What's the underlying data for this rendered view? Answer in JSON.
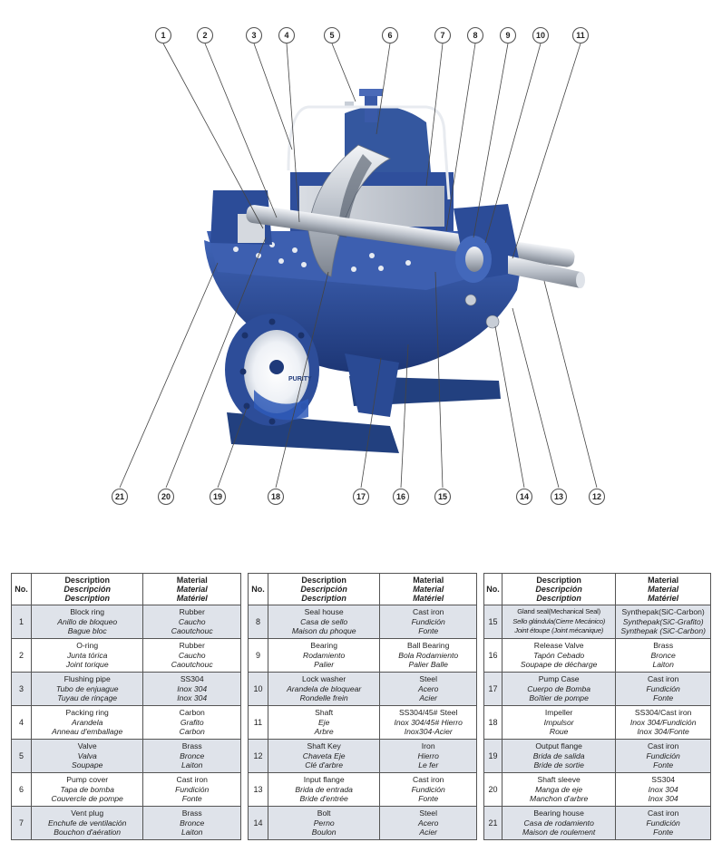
{
  "diagram": {
    "logo_text": "PURITY",
    "callouts": [
      "1",
      "2",
      "3",
      "4",
      "5",
      "6",
      "7",
      "8",
      "9",
      "10",
      "11",
      "12",
      "13",
      "14",
      "15",
      "16",
      "17",
      "18",
      "19",
      "20",
      "21"
    ]
  },
  "colors": {
    "pump_blue": "#2f4f9c",
    "pump_dark": "#1f3a7a",
    "steel": "#c7ccd3",
    "row_alt": "#dfe3ea"
  },
  "table_headers": {
    "no": "No.",
    "description": [
      "Description",
      "Descripción",
      "Description"
    ],
    "material": [
      "Material",
      "Material",
      "Matériel"
    ]
  },
  "parts": [
    {
      "no": "1",
      "desc": [
        "Block ring",
        "Anillo de bloqueo",
        "Bague bloc"
      ],
      "mat": [
        "Rubber",
        "Caucho",
        "Caoutchouc"
      ]
    },
    {
      "no": "2",
      "desc": [
        "O-ring",
        "Junta tórica",
        "Joint torique"
      ],
      "mat": [
        "Rubber",
        "Caucho",
        "Caoutchouc"
      ]
    },
    {
      "no": "3",
      "desc": [
        "Flushing pipe",
        "Tubo de enjuague",
        "Tuyau de rinçage"
      ],
      "mat": [
        "SS304",
        "Inox 304",
        "Inox 304"
      ]
    },
    {
      "no": "4",
      "desc": [
        "Packing ring",
        "Arandela",
        "Anneau d'emballage"
      ],
      "mat": [
        "Carbon",
        "Grafito",
        "Carbon"
      ]
    },
    {
      "no": "5",
      "desc": [
        "Valve",
        "Valva",
        "Soupape"
      ],
      "mat": [
        "Brass",
        "Bronce",
        "Laiton"
      ]
    },
    {
      "no": "6",
      "desc": [
        "Pump cover",
        "Tapa de bomba",
        "Couvercle de pompe"
      ],
      "mat": [
        "Cast iron",
        "Fundición",
        "Fonte"
      ]
    },
    {
      "no": "7",
      "desc": [
        "Vent plug",
        "Enchufe de ventilación",
        "Bouchon d'aération"
      ],
      "mat": [
        "Brass",
        "Bronce",
        "Laiton"
      ]
    },
    {
      "no": "8",
      "desc": [
        "Seal house",
        "Casa de sello",
        "Maison du phoque"
      ],
      "mat": [
        "Cast iron",
        "Fundición",
        "Fonte"
      ]
    },
    {
      "no": "9",
      "desc": [
        "Bearing",
        "Rodamiento",
        "Palier"
      ],
      "mat": [
        "Ball Bearing",
        "Bola Rodamiento",
        "Palier Balle"
      ]
    },
    {
      "no": "10",
      "desc": [
        "Lock washer",
        "Arandela de bloquear",
        "Rondelle frein"
      ],
      "mat": [
        "Steel",
        "Acero",
        "Acier"
      ]
    },
    {
      "no": "11",
      "desc": [
        "Shaft",
        "Eje",
        "Arbre"
      ],
      "mat": [
        "SS304/45# Steel",
        "Inox 304/45# Hierro",
        "Inox304-Acier"
      ]
    },
    {
      "no": "12",
      "desc": [
        "Shaft Key",
        "Chaveta Eje",
        "Clé d'arbre"
      ],
      "mat": [
        "Iron",
        "Hierro",
        "Le fer"
      ]
    },
    {
      "no": "13",
      "desc": [
        "Input flange",
        "Brida de entrada",
        "Bride d'entrée"
      ],
      "mat": [
        "Cast iron",
        "Fundición",
        "Fonte"
      ]
    },
    {
      "no": "14",
      "desc": [
        "Bolt",
        "Perno",
        "Boulon"
      ],
      "mat": [
        "Steel",
        "Acero",
        "Acier"
      ]
    },
    {
      "no": "15",
      "desc": [
        "Gland seal(Mechanical Seal)",
        "Sello glándula(Cierre Mecánico)",
        "Joint étoupe (Joint mécanique)"
      ],
      "mat": [
        "Synthepak(SiC-Carbon)",
        "Synthepak(SiC-Grafito)",
        "Synthepak (SiC-Carbon)"
      ]
    },
    {
      "no": "16",
      "desc": [
        "Release Valve",
        "Tapón Cebado",
        "Soupape de décharge"
      ],
      "mat": [
        "Brass",
        "Bronce",
        "Laiton"
      ]
    },
    {
      "no": "17",
      "desc": [
        "Pump Case",
        "Cuerpo de Bomba",
        "Boîtier de pompe"
      ],
      "mat": [
        "Cast iron",
        "Fundición",
        "Fonte"
      ]
    },
    {
      "no": "18",
      "desc": [
        "Impeller",
        "Impulsor",
        "Roue"
      ],
      "mat": [
        "SS304/Cast iron",
        "Inox 304/Fundición",
        "Inox 304/Fonte"
      ]
    },
    {
      "no": "19",
      "desc": [
        "Output flange",
        "Brida de salida",
        "Bride de sortie"
      ],
      "mat": [
        "Cast iron",
        "Fundición",
        "Fonte"
      ]
    },
    {
      "no": "20",
      "desc": [
        "Shaft sleeve",
        "Manga de eje",
        "Manchon d'arbre"
      ],
      "mat": [
        "SS304",
        "Inox 304",
        "Inox 304"
      ]
    },
    {
      "no": "21",
      "desc": [
        "Bearing house",
        "Casa de rodamiento",
        "Maison de roulement"
      ],
      "mat": [
        "Cast iron",
        "Fundición",
        "Fonte"
      ]
    }
  ]
}
